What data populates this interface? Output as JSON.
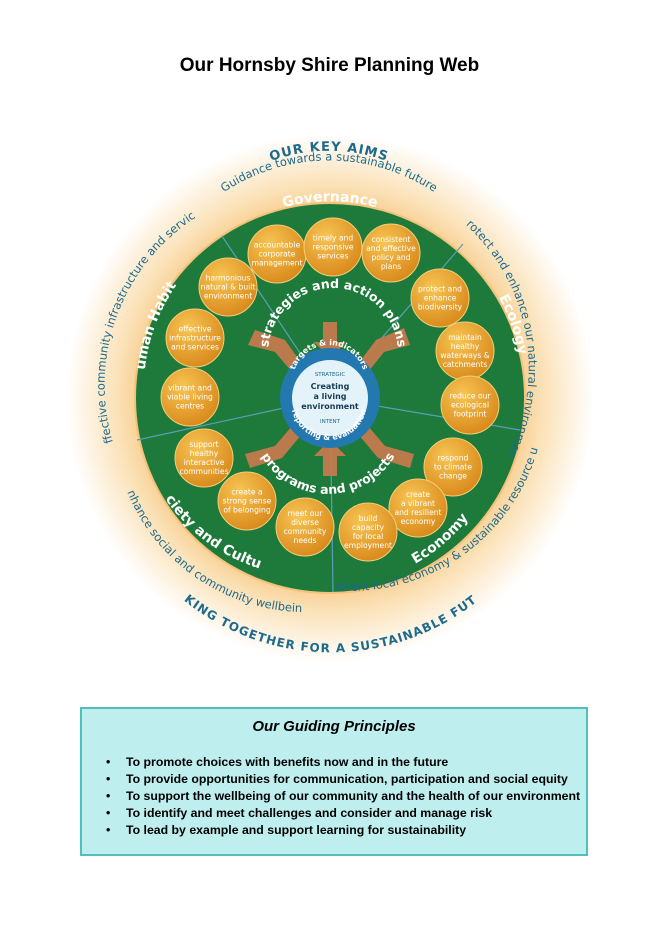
{
  "title": "Our Hornsby Shire Planning Web",
  "outer_ring": {
    "top_label": "OUR KEY AIMS",
    "bottom_label": "WORKING TOGETHER FOR A SUSTAINABLE FUTURE",
    "aims": [
      "Guidance towards a sustainable future",
      "Protect and enhance our natural environment",
      "Resilient local economy & sustainable resource use",
      "Enhance social and community wellbeing",
      "Effective community infrastructure and services"
    ]
  },
  "sectors": [
    "Governance",
    "Ecology",
    "Economy",
    "Society and Culture",
    "Human Habitat"
  ],
  "inner_ring": {
    "top": "strategies and action plans",
    "bottom": "programs and projects"
  },
  "center": {
    "top": "targets & indicators",
    "bottom": "reporting & evaluation",
    "strategic": "STRATEGIC",
    "intent": "INTENT",
    "lines": [
      "Creating",
      "a living",
      "environment"
    ]
  },
  "balls": [
    {
      "lines": [
        "accountable",
        "corporate",
        "management"
      ]
    },
    {
      "lines": [
        "timely and",
        "responsive",
        "services"
      ]
    },
    {
      "lines": [
        "consistent",
        "and effective",
        "policy and",
        "plans"
      ]
    },
    {
      "lines": [
        "protect and",
        "enhance",
        "biodiversity"
      ]
    },
    {
      "lines": [
        "maintain",
        "healthy",
        "waterways &",
        "catchments"
      ]
    },
    {
      "lines": [
        "reduce our",
        "ecological",
        "footprint"
      ]
    },
    {
      "lines": [
        "respond",
        "to climate",
        "change"
      ]
    },
    {
      "lines": [
        "create",
        "a vibrant",
        "and resilient",
        "economy"
      ]
    },
    {
      "lines": [
        "build",
        "capacity",
        "for local",
        "employment"
      ]
    },
    {
      "lines": [
        "meet our",
        "diverse",
        "community",
        "needs"
      ]
    },
    {
      "lines": [
        "create a",
        "strong sense",
        "of belonging"
      ]
    },
    {
      "lines": [
        "support",
        "healthy",
        "interactive",
        "communities"
      ]
    },
    {
      "lines": [
        "vibrant and",
        "viable living",
        "centres"
      ]
    },
    {
      "lines": [
        "effective",
        "infrastructure",
        "and services"
      ]
    },
    {
      "lines": [
        "harmonious",
        "natural & built",
        "environment"
      ]
    }
  ],
  "principles": {
    "title": "Our Guiding Principles",
    "items": [
      "To promote choices with benefits now and in the future",
      "To provide opportunities for communication, participation and social equity",
      "To support the wellbeing of our community and the health of our environment",
      "To identify and meet challenges and consider and manage risk",
      "To lead by example and support learning for sustainability"
    ]
  },
  "colors": {
    "green": "#1d7a3a",
    "ball": "#e7a52a",
    "glow": "#f7c97a",
    "aims_blue": "#1c6a8c",
    "arrow": "#c87a4e",
    "center_ring": "#2478b0",
    "box_bg": "#bfeeee"
  }
}
